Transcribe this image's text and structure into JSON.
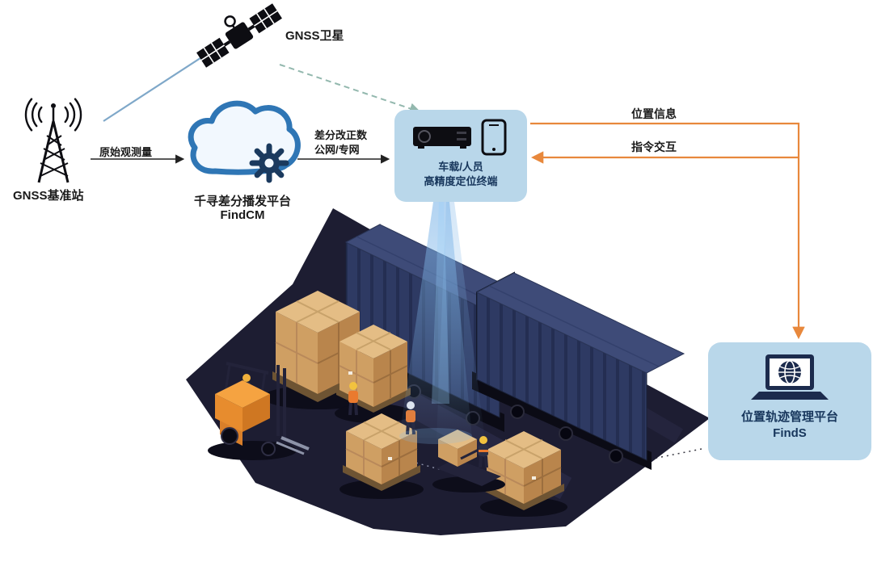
{
  "nodes": {
    "satellite": {
      "label": "GNSS卫星"
    },
    "base_station": {
      "label": "GNSS基准站"
    },
    "cloud_platform": {
      "name": "千寻差分播发平台",
      "product": "FindCM"
    },
    "terminal": {
      "line1": "车载/人员",
      "line2": "高精度定位终端"
    },
    "management_platform": {
      "name": "位置轨迹管理平台",
      "product": "FindS"
    }
  },
  "edges": {
    "raw_observation": {
      "label": "原始观测量"
    },
    "differential_correction": {
      "line1": "差分改正数",
      "line2": "公网/专网"
    },
    "position_info": {
      "label": "位置信息"
    },
    "command_interaction": {
      "label": "指令交互"
    }
  },
  "icons": {
    "satellite": "satellite-icon",
    "base_station": "antenna-tower-icon",
    "cloud": "cloud-gear-icon",
    "terminal": "receiver-and-phone-icon",
    "platform": "laptop-globe-icon"
  },
  "colors": {
    "node_box_bg": "#b9d7ea",
    "node_text": "#17365c",
    "cloud_blue": "#2f76b5",
    "gear_navy": "#1b3a5e",
    "orange_link": "#e8883c",
    "satellite_link": "#7fa8c9",
    "dashed_link": "#93b8ae",
    "warehouse_floor": "#1d1d32",
    "container": "#2e3a63",
    "carton": "#cf9f63",
    "forklift": "#f5a341"
  }
}
